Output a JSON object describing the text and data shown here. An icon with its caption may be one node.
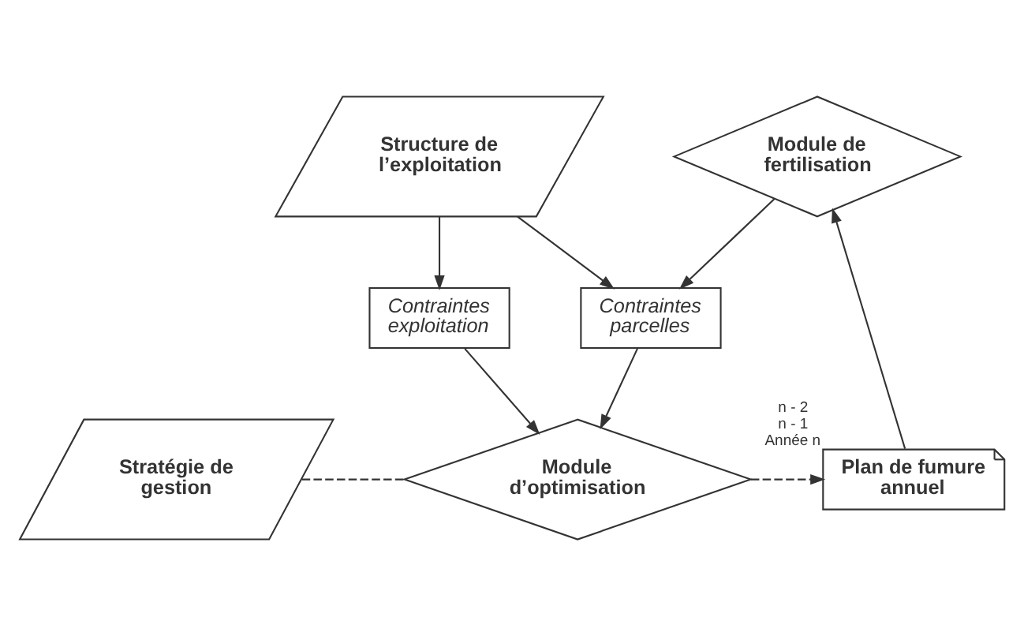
{
  "diagram": {
    "nodes": [
      {
        "text": [
          "Structure de l’exploitation"
        ]
      },
      {
        "text": [
          "Module de fertilisation"
        ]
      },
      {
        "text": [
          "Contraintes exploitation"
        ]
      },
      {
        "text": [
          "Contraintes parcelles"
        ]
      },
      {
        "text": [
          "Stratégie de gestion"
        ]
      },
      {
        "text": [
          "Module d’optimisation"
        ]
      },
      {
        "text": [
          "Plan de fumure annuel"
        ],
        "beside": [
          "n - 2",
          "n - 1",
          "Année n"
        ]
      }
    ],
    "edges": [
      {
        "from": 0,
        "to": 2,
        "arrow": "to"
      },
      {
        "from": 0,
        "to": 3,
        "arrow": "to"
      },
      {
        "from": 1,
        "to": 3,
        "arrow": "to"
      },
      {
        "from": 2,
        "to": 5,
        "arrow": "to"
      },
      {
        "from": 3,
        "to": 5,
        "arrow": "to"
      },
      {
        "from": 4,
        "to": 5,
        "arrow": "none",
        "style": "dashed"
      },
      {
        "from": 5,
        "to": 6,
        "arrow": "to",
        "style": "dashed"
      },
      {
        "from": 6,
        "to": 1,
        "arrow": "to"
      }
    ]
  }
}
